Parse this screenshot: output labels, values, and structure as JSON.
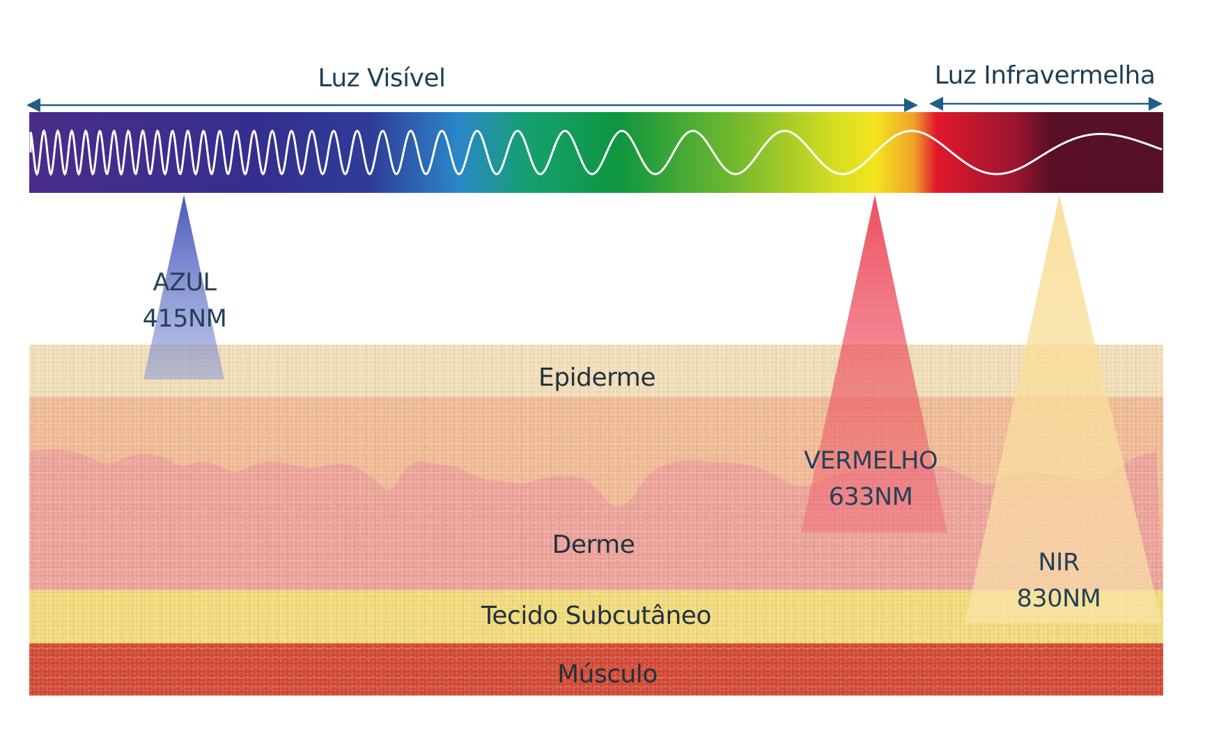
{
  "spectrum": {
    "visible_label": "Luz Visível",
    "infrared_label": "Luz Infravermelha"
  },
  "beams": [
    {
      "name": "AZUL",
      "wavelength": "415NM",
      "color": "#3f4fb8"
    },
    {
      "name": "VERMELHO",
      "wavelength": "633NM",
      "color": "#e8283c"
    },
    {
      "name": "NIR",
      "wavelength": "830NM",
      "color": "#f8d98a"
    }
  ],
  "layers": {
    "epiderme": "Epiderme",
    "derme": "Derme",
    "subcutaneo": "Tecido Subcutâneo",
    "musculo": "Músculo"
  },
  "colors": {
    "epiderme": "#f3dfb8",
    "derme_upper": "#f1bc96",
    "derme_lower": "#eea49a",
    "subcutaneo": "#f2dc7c",
    "musculo": "#d44b37",
    "arrow": "#1f5f86"
  }
}
